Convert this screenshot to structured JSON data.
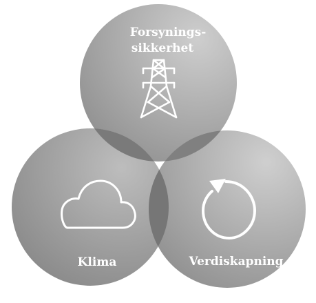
{
  "colors": {
    "circle_gradient_light": "#c9c9c9",
    "circle_gradient_dark": "#8c8c8c",
    "overlap_pair": "#6f6f6f",
    "overlap_center": "#565656",
    "icon_stroke": "#ffffff",
    "label_color": "#ffffff"
  },
  "circles": {
    "top": {
      "label_line1": "Forsynings-",
      "label_line2": "sikkerhet",
      "icon": "power-pylon-icon"
    },
    "left": {
      "label": "Klima",
      "icon": "cloud-icon"
    },
    "right": {
      "label": "Verdiskapning",
      "icon": "refresh-cycle-icon"
    }
  }
}
